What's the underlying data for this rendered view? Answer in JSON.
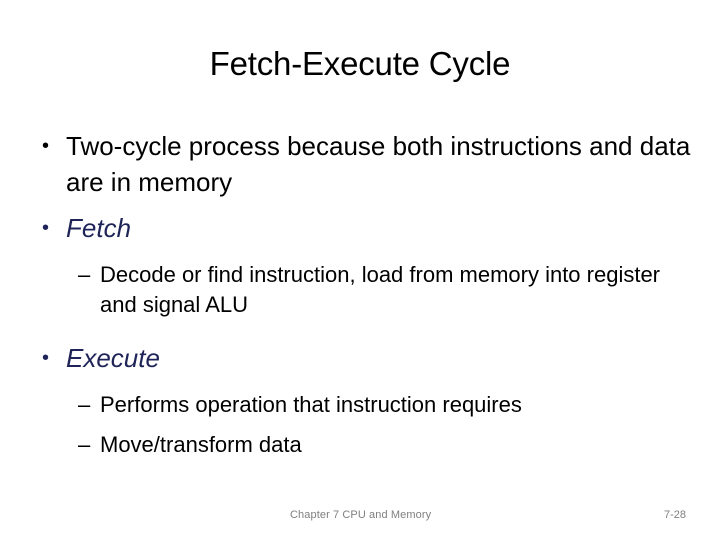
{
  "slide": {
    "title": "Fetch-Execute Cycle",
    "accent_color": "#1f2458",
    "text_color": "#000000",
    "background_color": "#ffffff",
    "footer_color": "#808080",
    "bullet_marker": "•",
    "dash_marker": "–",
    "bullets": [
      {
        "level": 1,
        "text": "Two-cycle process because both instructions and data are in memory",
        "accent": false
      },
      {
        "level": 1,
        "text": "Fetch",
        "accent": true
      },
      {
        "level": 2,
        "text": "Decode or find instruction, load from memory into register and signal ALU",
        "accent": false
      },
      {
        "level": 1,
        "text": "Execute",
        "accent": true
      },
      {
        "level": 2,
        "text": "Performs operation that instruction requires",
        "accent": false
      },
      {
        "level": 2,
        "text": "Move/transform data",
        "accent": false
      }
    ],
    "footer": {
      "note": "Chapter 7 CPU and Memory",
      "page": "7-28"
    }
  }
}
